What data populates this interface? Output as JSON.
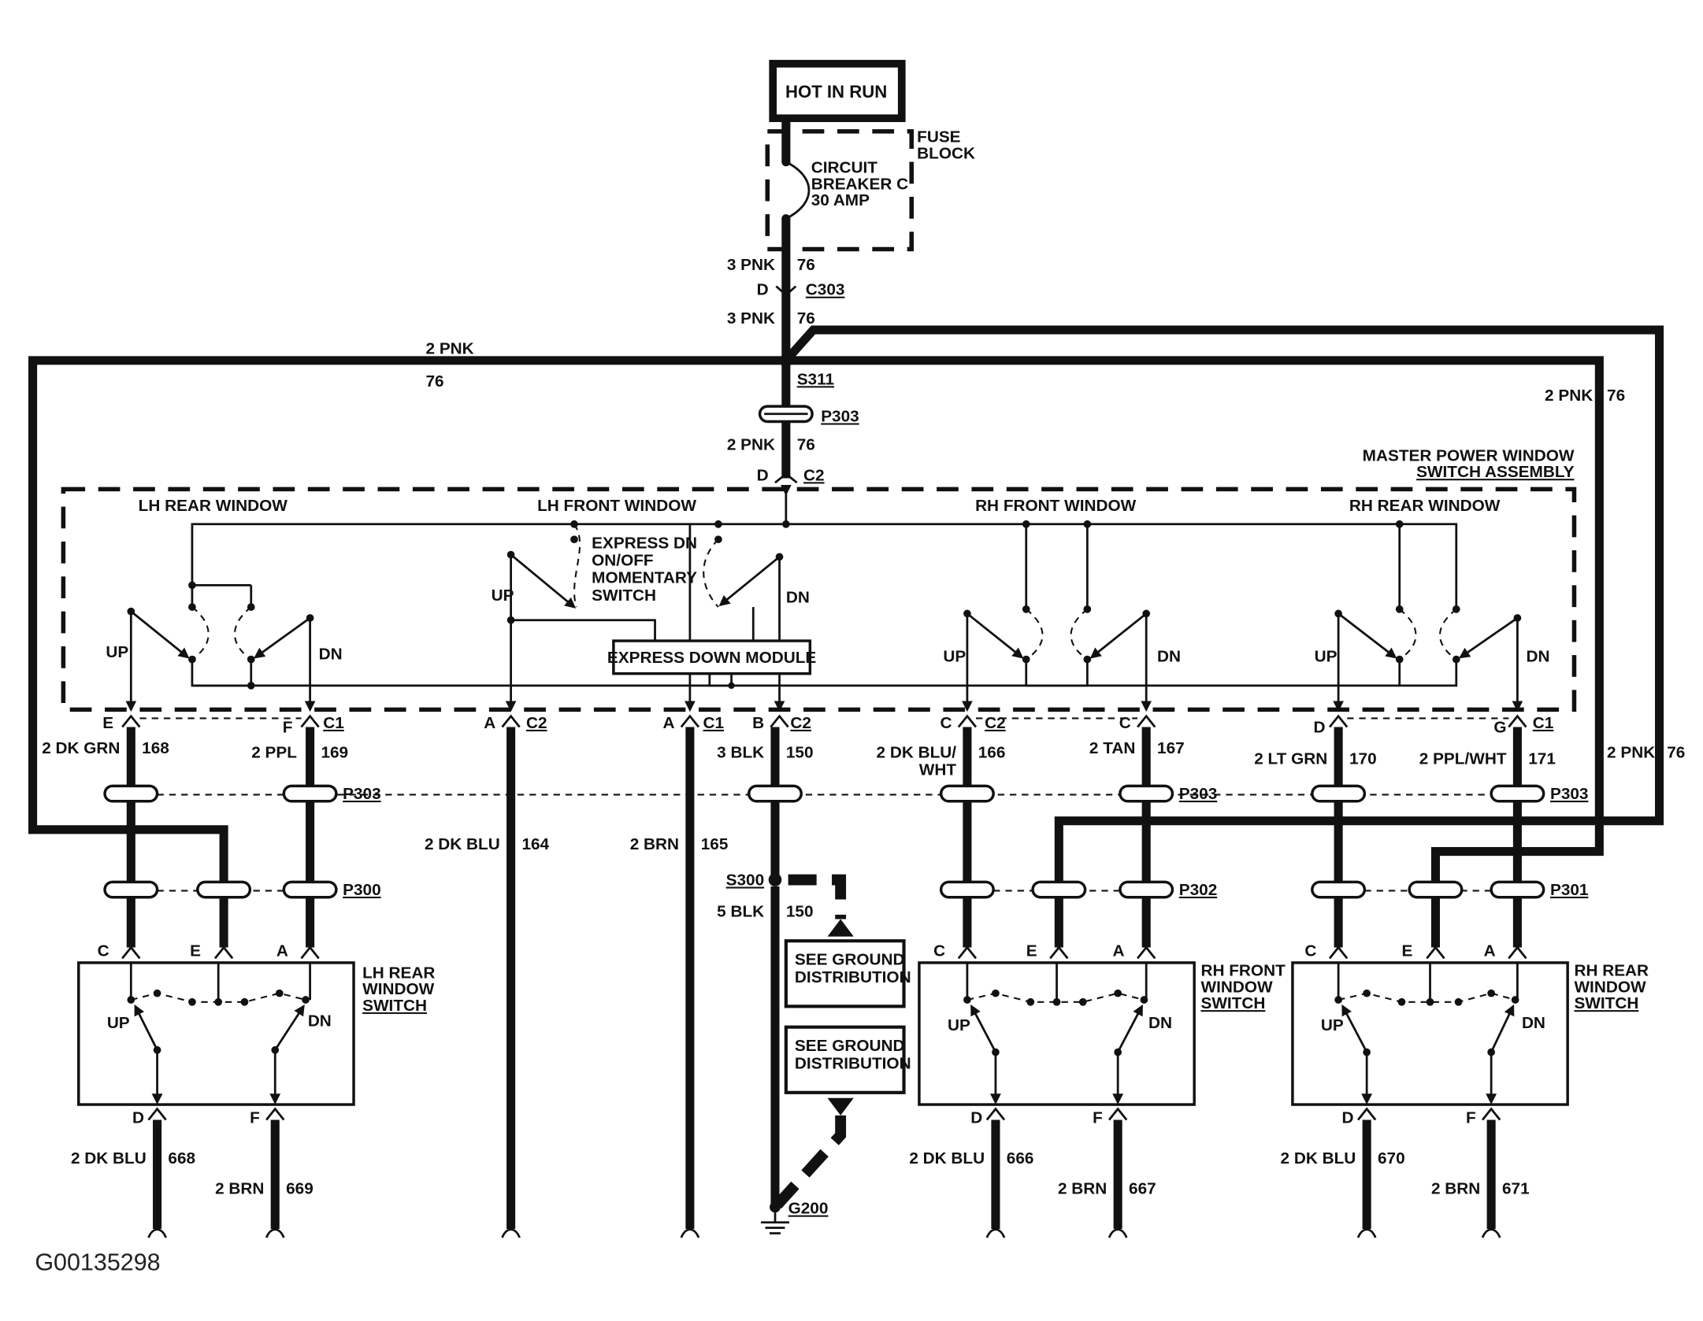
{
  "figure_code": "G00135298",
  "power": {
    "source": "HOT IN RUN",
    "fuse_block": [
      "FUSE",
      "BLOCK"
    ],
    "breaker": [
      "CIRCUIT",
      "BREAKER C",
      "30 AMP"
    ]
  },
  "feed": {
    "wire_top": "3 PNK",
    "circuit_top": "76",
    "c303_pin": "D",
    "c303": "C303",
    "wire_mid": "3 PNK",
    "circuit_mid": "76",
    "left_wire": "2 PNK",
    "left_circuit": "76",
    "splice": "S311",
    "p303": "P303",
    "wire_low": "2 PNK",
    "circuit_low": "76",
    "c2_pin": "D",
    "c2": "C2",
    "right_wire_1": "2 PNK",
    "right_circuit_1": "76",
    "right_wire_2": "2 PNK",
    "right_circuit_2": "76"
  },
  "master": {
    "title": [
      "MASTER POWER WINDOW",
      "SWITCH ASSEMBLY"
    ],
    "lh_rear": "LH REAR WINDOW",
    "lh_front": "LH FRONT WINDOW",
    "rh_front": "RH FRONT WINDOW",
    "rh_rear": "RH REAR WINDOW",
    "express_switch": [
      "EXPRESS DN",
      "ON/OFF",
      "MOMENTARY",
      "SWITCH"
    ],
    "express_module": "EXPRESS DOWN MODULE",
    "up": "UP",
    "dn": "DN"
  },
  "connectors": {
    "p303": "P303",
    "p300": "P300",
    "p302": "P302",
    "p301": "P301",
    "c1": "C1",
    "c2": "C2"
  },
  "wires": [
    {
      "pin": "E",
      "conn": "C1",
      "wire": "2 DK GRN",
      "circuit": "168"
    },
    {
      "pin": "F",
      "conn": "C1",
      "wire": "2 PPL",
      "circuit": "169"
    },
    {
      "pin": "A",
      "conn": "C2",
      "wire": "2 DK BLU",
      "circuit": "164"
    },
    {
      "pin": "A",
      "conn": "C1",
      "wire": "2 BRN",
      "circuit": "165"
    },
    {
      "pin": "B",
      "conn": "C2",
      "wire": "3 BLK",
      "circuit": "150"
    },
    {
      "pin": "C",
      "conn": "C2",
      "wire": [
        "2 DK BLU/",
        "WHT"
      ],
      "circuit": "166"
    },
    {
      "pin": "C",
      "conn": "",
      "wire": "2 TAN",
      "circuit": "167"
    },
    {
      "pin": "D",
      "conn": "",
      "wire": "2 LT GRN",
      "circuit": "170"
    },
    {
      "pin": "G",
      "conn": "C1",
      "wire": "2 PPL/WHT",
      "circuit": "171"
    }
  ],
  "ground": {
    "splice": "S300",
    "wire": "5 BLK",
    "circuit": "150",
    "box1": [
      "SEE GROUND",
      "DISTRIBUTION"
    ],
    "box2": [
      "SEE GROUND",
      "DISTRIBUTION"
    ],
    "ground": "G200"
  },
  "door_switches": [
    {
      "title": [
        "LH REAR",
        "WINDOW",
        "SWITCH"
      ],
      "pins_top": [
        "C",
        "E",
        "A"
      ],
      "up": "UP",
      "dn": "DN",
      "pins_bottom": [
        "D",
        "F"
      ],
      "out": [
        {
          "wire": "2 DK BLU",
          "circuit": "668"
        },
        {
          "wire": "2 BRN",
          "circuit": "669"
        }
      ]
    },
    {
      "title": [
        "RH FRONT",
        "WINDOW",
        "SWITCH"
      ],
      "pins_top": [
        "C",
        "E",
        "A"
      ],
      "up": "UP",
      "dn": "DN",
      "pins_bottom": [
        "D",
        "F"
      ],
      "out": [
        {
          "wire": "2 DK BLU",
          "circuit": "666"
        },
        {
          "wire": "2 BRN",
          "circuit": "667"
        }
      ]
    },
    {
      "title": [
        "RH REAR",
        "WINDOW",
        "SWITCH"
      ],
      "pins_top": [
        "C",
        "E",
        "A"
      ],
      "up": "UP",
      "dn": "DN",
      "pins_bottom": [
        "D",
        "F"
      ],
      "out": [
        {
          "wire": "2 DK BLU",
          "circuit": "670"
        },
        {
          "wire": "2 BRN",
          "circuit": "671"
        }
      ]
    }
  ]
}
